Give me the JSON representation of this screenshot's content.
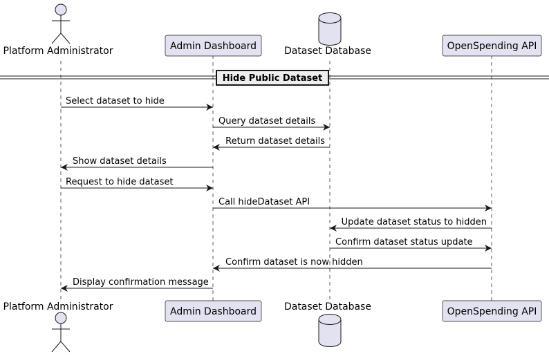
{
  "participants": [
    {
      "id": "admin",
      "label": "Platform Administrator",
      "kind": "actor"
    },
    {
      "id": "dashboard",
      "label": "Admin Dashboard",
      "kind": "participant"
    },
    {
      "id": "db",
      "label": "Dataset Database",
      "kind": "database"
    },
    {
      "id": "api",
      "label": "OpenSpending API",
      "kind": "participant"
    }
  ],
  "separator": {
    "label": "Hide Public Dataset"
  },
  "messages": [
    {
      "from": "admin",
      "to": "dashboard",
      "label": "Select dataset to hide"
    },
    {
      "from": "dashboard",
      "to": "db",
      "label": "Query dataset details"
    },
    {
      "from": "db",
      "to": "dashboard",
      "label": "Return dataset details"
    },
    {
      "from": "dashboard",
      "to": "admin",
      "label": "Show dataset details"
    },
    {
      "from": "admin",
      "to": "dashboard",
      "label": "Request to hide dataset"
    },
    {
      "from": "dashboard",
      "to": "api",
      "label": "Call hideDataset API"
    },
    {
      "from": "api",
      "to": "db",
      "label": "Update dataset status to hidden"
    },
    {
      "from": "db",
      "to": "api",
      "label": "Confirm dataset status update"
    },
    {
      "from": "api",
      "to": "dashboard",
      "label": "Confirm dataset is now hidden"
    },
    {
      "from": "dashboard",
      "to": "admin",
      "label": "Display confirmation message"
    }
  ],
  "colors": {
    "participant_fill": "#E2E2F0",
    "participant_border": "#181818",
    "line": "#181818",
    "lifeline": "#181818",
    "separator_fill": "#EEEEEE"
  }
}
